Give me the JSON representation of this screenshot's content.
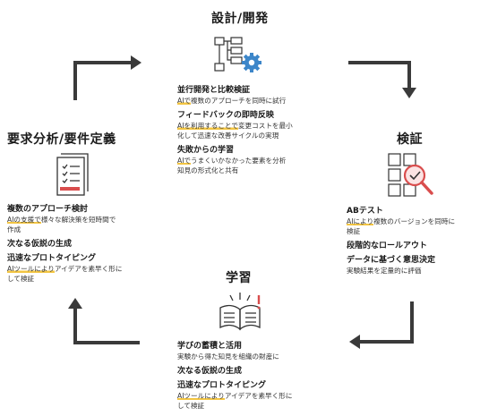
{
  "colors": {
    "arrow": "#3a3a3a",
    "highlight": "#f3c542",
    "gear": "#3d86c9",
    "magnifier": "#d94d4d",
    "doc_accent": "#d94d4d"
  },
  "design": {
    "title": "設計/開発",
    "items": [
      {
        "head": "並行開発と比較検証",
        "lines": [
          {
            "hl": "AIで",
            "rest": "複数のアプローチを同時に試行"
          }
        ]
      },
      {
        "head": "フィードバックの即時反映",
        "lines": [
          {
            "hl": "AIを利用することで",
            "rest": "変更コストを最小"
          },
          {
            "hl": "",
            "rest": "化して迅速な改善サイクルの実現"
          }
        ]
      },
      {
        "head": "失敗からの学習",
        "lines": [
          {
            "hl": "AIで",
            "rest": "うまくいかなかった要素を分析"
          },
          {
            "hl": "",
            "rest": "知見の形式化と共有"
          }
        ]
      }
    ]
  },
  "verify": {
    "title": "検証",
    "items": [
      {
        "head": "ABテスト",
        "lines": [
          {
            "hl": "AIにより",
            "rest": "複数のバージョンを同時に"
          },
          {
            "hl": "",
            "rest": "検証"
          }
        ]
      },
      {
        "head": "段階的なロールアウト",
        "lines": []
      },
      {
        "head": "データに基づく意思決定",
        "lines": [
          {
            "hl": "",
            "rest": "実験結果を定量的に評価"
          }
        ]
      }
    ]
  },
  "learn": {
    "title": "学習",
    "items": [
      {
        "head": "学びの蓄積と活用",
        "lines": [
          {
            "hl": "",
            "rest": "実験から得た知見を組織の財産に"
          }
        ]
      },
      {
        "head": "次なる仮説の生成",
        "lines": []
      },
      {
        "head": "迅速なプロトタイピング",
        "lines": [
          {
            "hl": "AIツールにより",
            "rest": "アイデアを素早く形に"
          },
          {
            "hl": "",
            "rest": "して検証"
          }
        ]
      }
    ]
  },
  "requirements": {
    "title": "要求分析/要件定義",
    "items": [
      {
        "head": "複数のアプローチ検討",
        "lines": [
          {
            "hl": "AIの支援で",
            "rest": "様々な解決策を短時間で"
          },
          {
            "hl": "",
            "rest": "作成"
          }
        ]
      },
      {
        "head": "次なる仮説の生成",
        "lines": []
      },
      {
        "head": "迅速なプロトタイピング",
        "lines": [
          {
            "hl": "AIツールにより",
            "rest": "アイデアを素早く形に"
          },
          {
            "hl": "",
            "rest": "して検証"
          }
        ]
      }
    ]
  }
}
